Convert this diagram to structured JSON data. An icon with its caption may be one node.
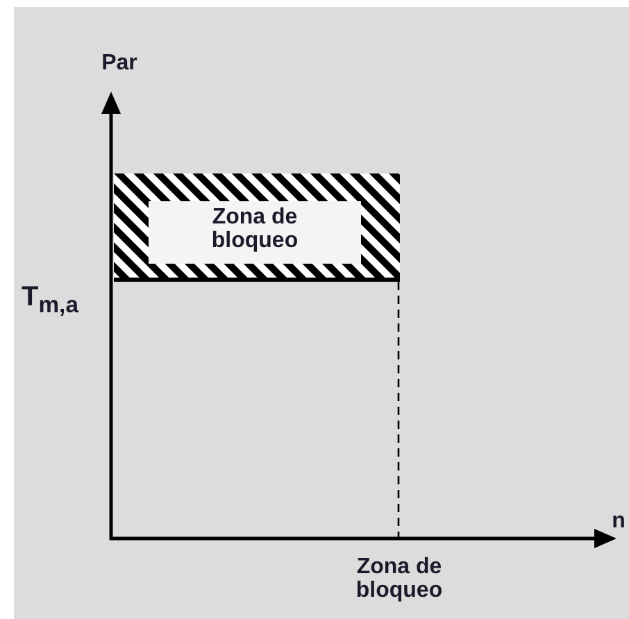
{
  "diagram": {
    "nodes": [
      {
        "text": [
          "Zona de bloqueo"
        ]
      }
    ],
    "labels": [
      "Par",
      "T$_{m,a}$",
      "n",
      "Zona de bloqueo"
    ]
  }
}
